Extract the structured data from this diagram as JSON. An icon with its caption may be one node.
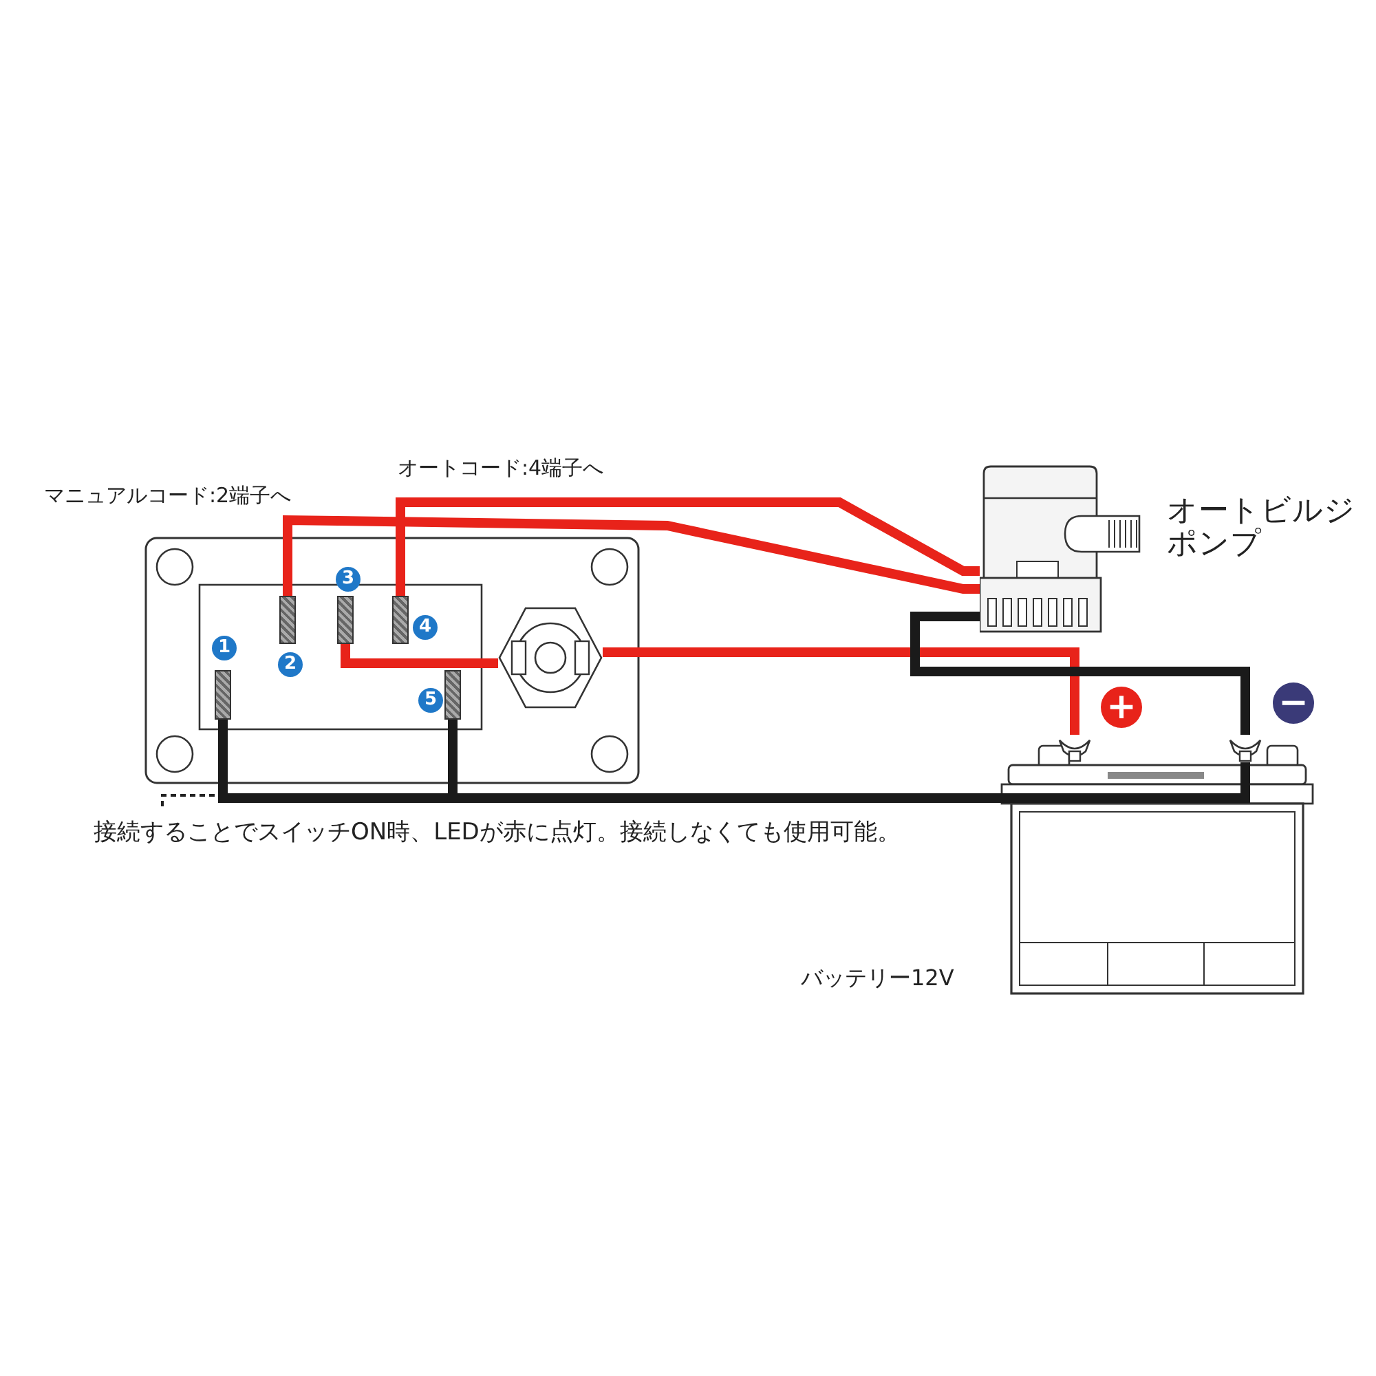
{
  "diagram": {
    "nodes": [
      {
        "text": [],
        "shape": "box"
      },
      {
        "text": [
          "1"
        ],
        "in": 0
      },
      {
        "text": [
          "2"
        ],
        "in": 0
      },
      {
        "text": [
          "3"
        ],
        "in": 0
      },
      {
        "text": [
          "4"
        ],
        "in": 0
      },
      {
        "text": [
          "5"
        ],
        "in": 0
      },
      {
        "text": [],
        "shape": "circle",
        "in": 0
      },
      {
        "text": [
          "オートビルジポンプ"
        ]
      },
      {
        "text": [
          "バッテリー12V"
        ]
      },
      {
        "text": [
          "+"
        ]
      },
      {
        "text": [
          "−"
        ]
      }
    ],
    "edges": [
      {
        "from": 7,
        "to": 2,
        "arrow": "none",
        "label": "マニュアルコード:2端子へ"
      },
      {
        "from": 7,
        "to": 4,
        "arrow": "none",
        "label": "オートコード:4端子へ"
      },
      {
        "from": 3,
        "to": 6,
        "arrow": "none"
      },
      {
        "from": 6,
        "to": 9,
        "arrow": "none"
      },
      {
        "from": 7,
        "to": 10,
        "arrow": "none",
        "color": "#1a1a1a"
      },
      {
        "from": 1,
        "to": 10,
        "arrow": "none",
        "color": "#1a1a1a"
      },
      {
        "from": 5,
        "to": 10,
        "arrow": "none",
        "color": "#1a1a1a"
      }
    ],
    "labels": [
      "接続することでスイッチON時、LEDが赤に点灯。接続しなくても使用可能。"
    ]
  }
}
